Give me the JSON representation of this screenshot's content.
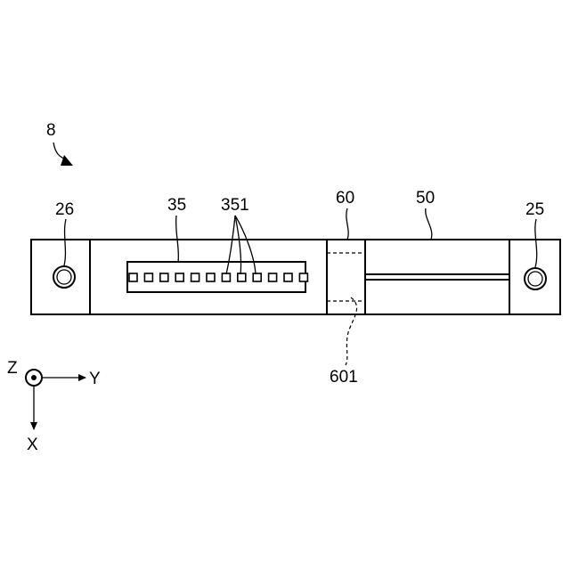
{
  "labels": {
    "figure_ref": "8",
    "hole_left": "26",
    "chip_row": "35",
    "chips": "351",
    "window": "60",
    "slot_body": "50",
    "hole_right": "25",
    "window_hidden": "601"
  },
  "axes": {
    "z": "Z",
    "y": "Y",
    "x": "X"
  },
  "chip_count": 12
}
